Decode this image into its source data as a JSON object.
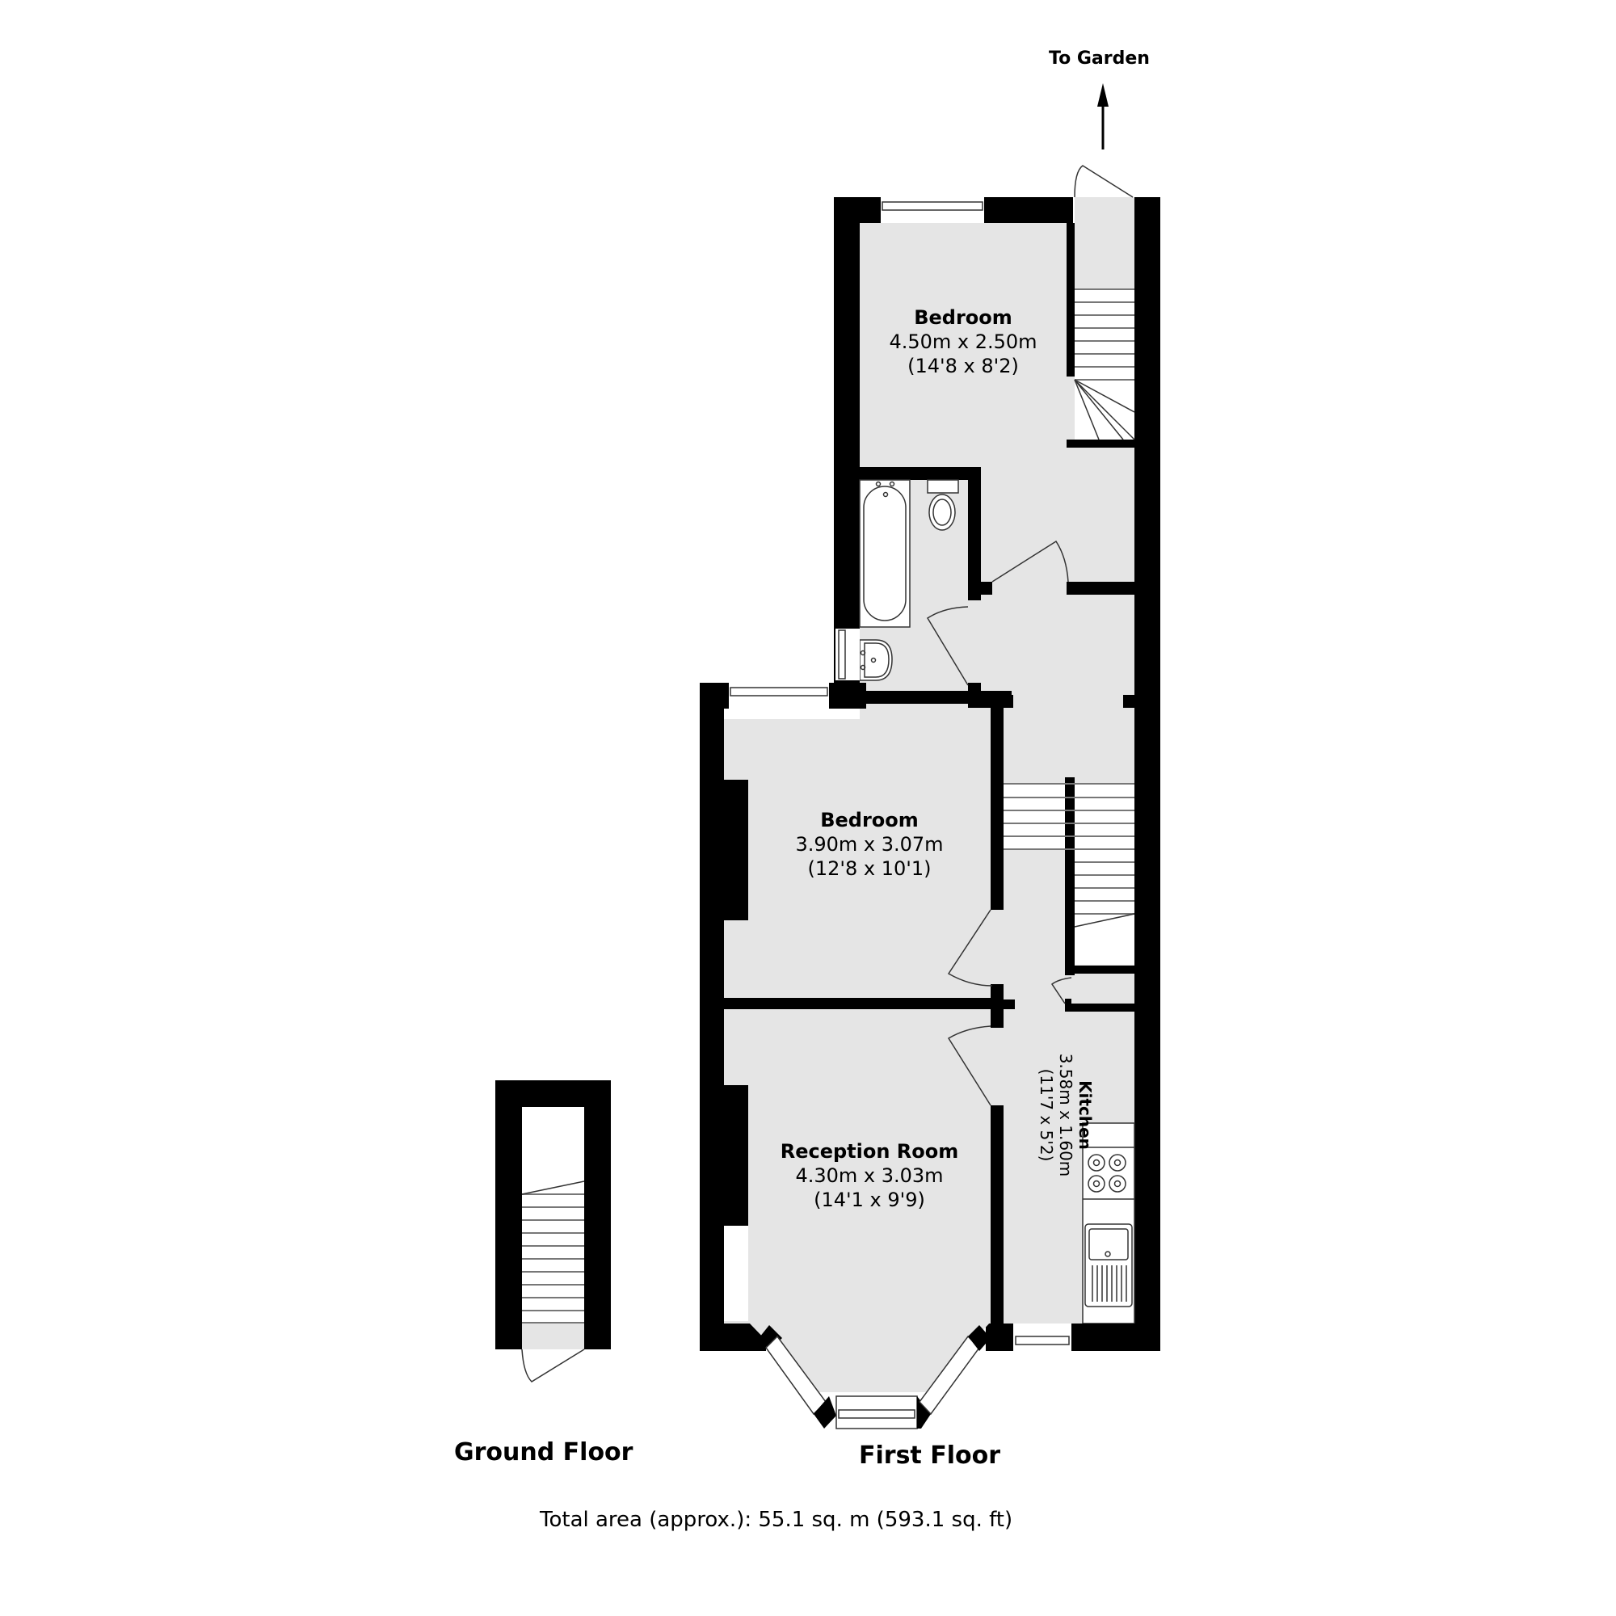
{
  "plan": {
    "type": "floor-plan",
    "direction_note": {
      "label": "To Garden",
      "icon": "arrow-up-icon"
    },
    "floors": [
      {
        "id": "ground",
        "title": "Ground Floor"
      },
      {
        "id": "first",
        "title": "First Floor"
      }
    ],
    "rooms": {
      "bedroom_rear": {
        "name": "Bedroom",
        "metric": "4.50m x 2.50m",
        "imperial": "(14'8 x 8'2)"
      },
      "bedroom_middle": {
        "name": "Bedroom",
        "metric": "3.90m x 3.07m",
        "imperial": "(12'8 x 10'1)"
      },
      "reception": {
        "name": "Reception Room",
        "metric": "4.30m x 3.03m",
        "imperial": "(14'1 x 9'9)"
      },
      "kitchen": {
        "name": "Kitchen",
        "metric": "3.58m x 1.60m",
        "imperial": "(11'7 x 5'2)"
      }
    },
    "fixtures": [
      "bath",
      "toilet",
      "wash-basin",
      "hob",
      "sink",
      "staircase"
    ],
    "total_area": "Total area (approx.): 55.1 sq. m (593.1 sq. ft)",
    "colors": {
      "wall": "#000000",
      "floor": "#e5e5e5",
      "background": "#ffffff",
      "line": "#333333"
    }
  }
}
